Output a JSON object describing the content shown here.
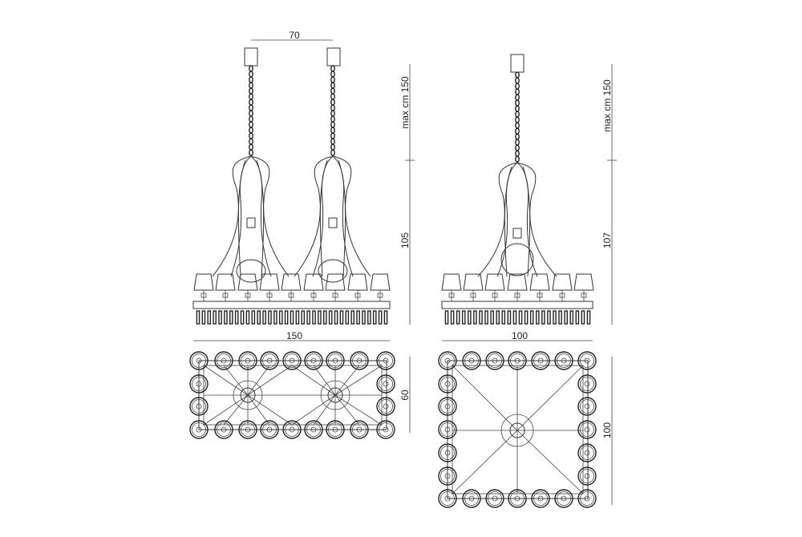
{
  "labels": {
    "left_top_width": "70",
    "left_max_height": "max cm 150",
    "left_body_height": "105",
    "left_bottom_width": "150",
    "left_plan_depth": "60",
    "right_max_height": "max cm 150",
    "right_body_height": "107",
    "right_bottom_width": "100",
    "right_plan_depth": "100"
  },
  "colors": {
    "line": "#333333",
    "background": "#ffffff"
  }
}
